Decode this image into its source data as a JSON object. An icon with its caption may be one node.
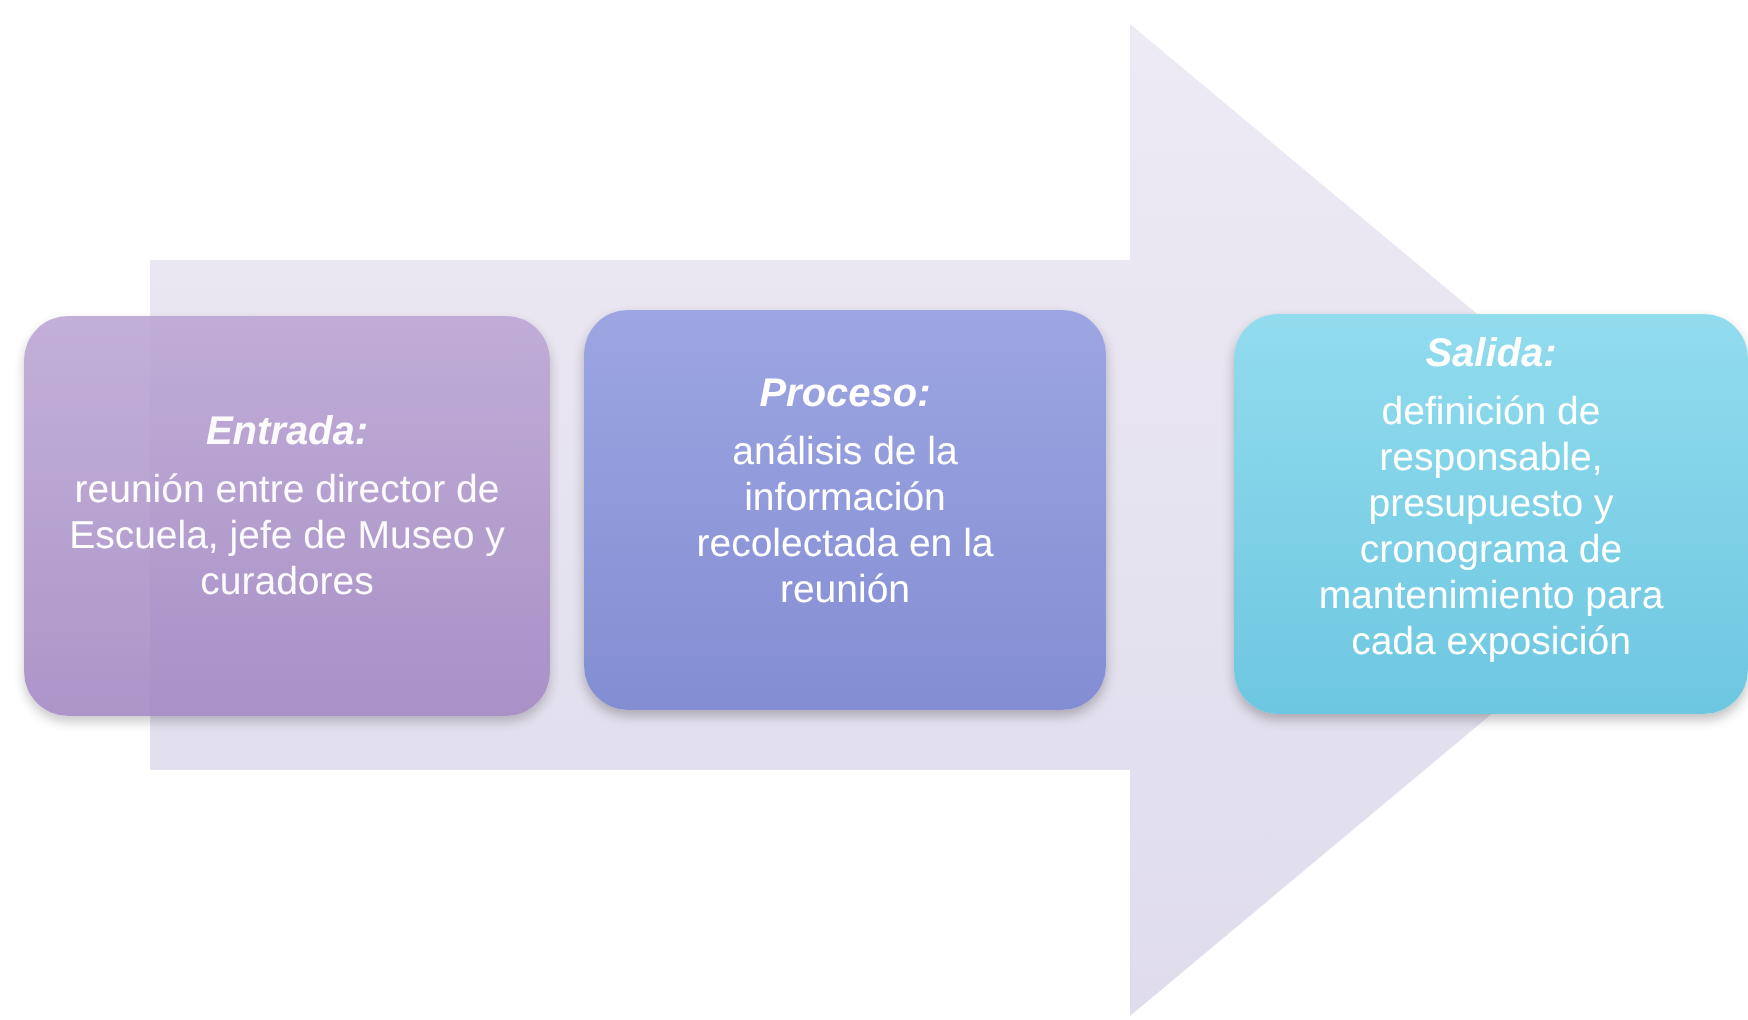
{
  "diagram": {
    "nodes": [
      {
        "text": [
          "Entrada:",
          "reunión entre director de Escuela, jefe de Museo y curadores"
        ]
      },
      {
        "text": [
          "Proceso:",
          "análisis de la información recolectada en la reunión"
        ]
      },
      {
        "text": [
          "Salida:",
          "definición de responsable, presupuesto y cronograma de mantenimiento para cada exposición"
        ]
      }
    ],
    "edges": [
      {
        "from": 0,
        "to": 2,
        "arrow": "to"
      }
    ]
  }
}
